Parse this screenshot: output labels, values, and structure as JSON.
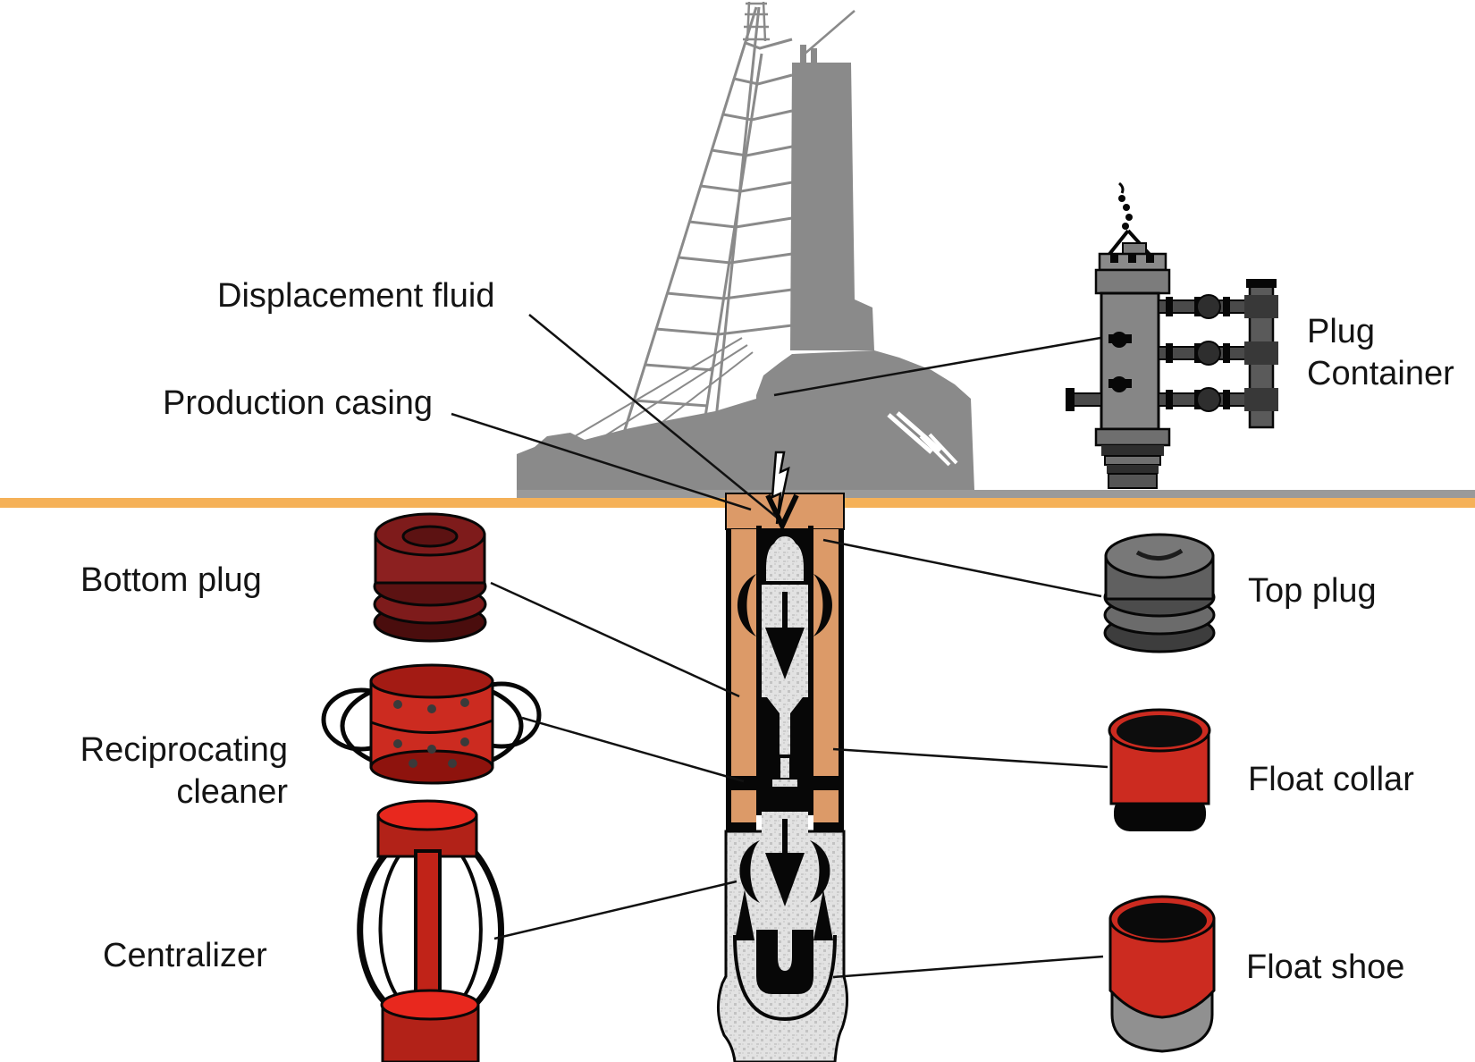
{
  "labels": {
    "displacement_fluid": "Displacement fluid",
    "production_casing": "Production casing",
    "plug_container_line1": "Plug",
    "plug_container_line2": "Container",
    "bottom_plug": "Bottom plug",
    "reciprocating_cleaner_line1": "Reciprocating",
    "reciprocating_cleaner_line2": "cleaner",
    "centralizer": "Centralizer",
    "top_plug": "Top plug",
    "float_collar": "Float collar",
    "float_shoe": "Float shoe"
  },
  "colors": {
    "surface-orange": "#F5B158",
    "casing-tan": "#DC9A68",
    "rig-gray": "#8A8A8A",
    "equipment-red": "#CC2B20",
    "dark-red": "#7E1B1B",
    "plug-gray": "#6E6E6E",
    "cement-stipple": "#E2E2E2",
    "outline-black": "#070707"
  }
}
